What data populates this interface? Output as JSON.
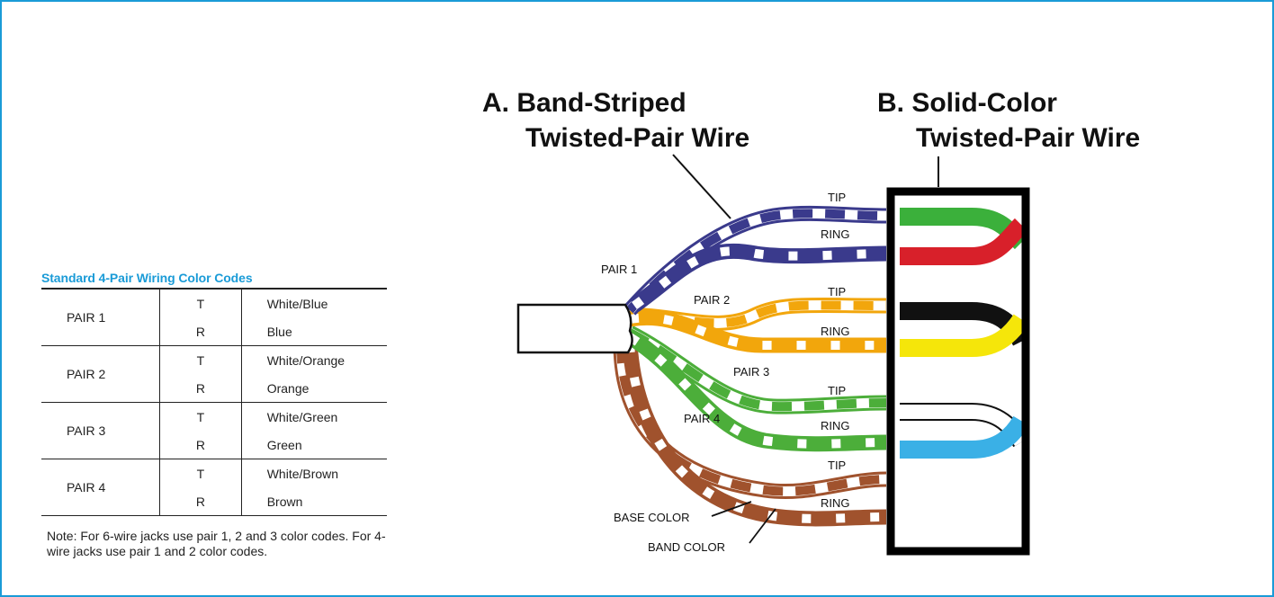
{
  "table": {
    "title": "Standard 4-Pair Wiring Color Codes",
    "rows": [
      {
        "pair": "PAIR 1",
        "tip_code": "T",
        "tip_color": "White/Blue",
        "ring_code": "R",
        "ring_color": "Blue"
      },
      {
        "pair": "PAIR 2",
        "tip_code": "T",
        "tip_color": "White/Orange",
        "ring_code": "R",
        "ring_color": "Orange"
      },
      {
        "pair": "PAIR 3",
        "tip_code": "T",
        "tip_color": "White/Green",
        "ring_code": "R",
        "ring_color": "Green"
      },
      {
        "pair": "PAIR 4",
        "tip_code": "T",
        "tip_color": "White/Brown",
        "ring_code": "R",
        "ring_color": "Brown"
      }
    ],
    "note": "Note: For 6-wire jacks use pair 1, 2 and 3 color codes. For 4-wire jacks use pair 1 and 2 color codes."
  },
  "diagram_a": {
    "title_line1": "A. Band-Striped",
    "title_line2": "Twisted-Pair Wire",
    "pair_labels": [
      "PAIR 1",
      "PAIR 2",
      "PAIR 3",
      "PAIR 4"
    ],
    "tip_label": "TIP",
    "ring_label": "RING",
    "base_color_label": "BASE COLOR",
    "band_color_label": "BAND COLOR"
  },
  "diagram_b": {
    "title_line1": "B. Solid-Color",
    "title_line2": "Twisted-Pair Wire"
  },
  "colors": {
    "accent": "#1a9bd7",
    "pair1": "#3a3a8c",
    "pair2": "#f2a60c",
    "pair3": "#4cae3a",
    "pair4": "#a0522d",
    "solid_green": "#3bb03b",
    "solid_red": "#d8202a",
    "solid_black": "#111111",
    "solid_yellow": "#f5e60a",
    "solid_white": "#ffffff",
    "solid_blue": "#3ab0e6"
  }
}
